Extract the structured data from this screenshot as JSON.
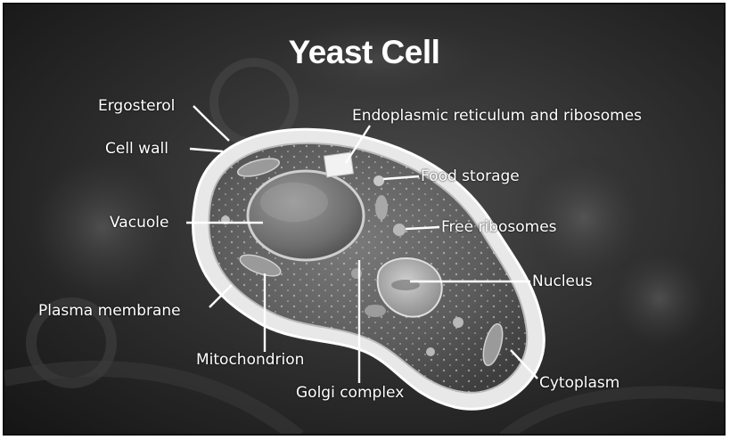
{
  "title": "Yeast Cell",
  "labels": {
    "ergosterol": "Ergosterol",
    "cell_wall": "Cell wall",
    "vacuole": "Vacuole",
    "plasma_membrane": "Plasma membrane",
    "mitochondrion": "Mitochondrion",
    "golgi_complex": "Golgi complex",
    "er_ribosomes": "Endoplasmic reticulum and ribosomes",
    "food_storage": "Food storage",
    "free_ribosomes": "Free ribosomes",
    "nucleus": "Nucleus",
    "cytoplasm": "Cytoplasm"
  }
}
